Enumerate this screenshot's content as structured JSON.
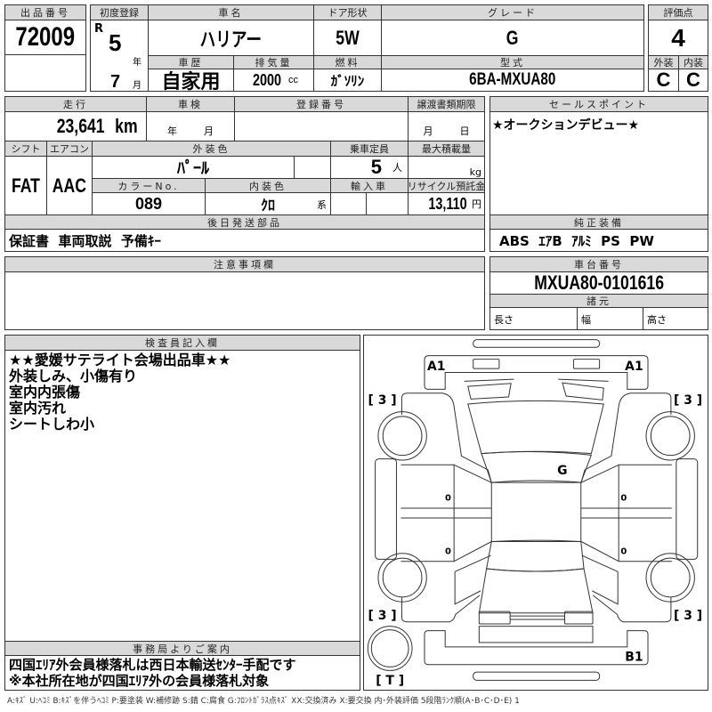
{
  "lot": {
    "label": "出品番号",
    "number": "72009"
  },
  "first_reg": {
    "label": "初度登録",
    "era": "R",
    "year": "5",
    "year_unit": "年",
    "month": "7",
    "month_unit": "月"
  },
  "car_name": {
    "label": "車名",
    "value": "ハリアー"
  },
  "door": {
    "label": "ドア形状",
    "value": "5W"
  },
  "grade": {
    "label": "グレード",
    "value": "G"
  },
  "score": {
    "label": "評価点",
    "value": "4",
    "exterior_label": "外装",
    "interior_label": "内装",
    "exterior": "C",
    "interior": "C"
  },
  "history": {
    "label": "車歴",
    "value": "自家用"
  },
  "displacement": {
    "label": "排気量",
    "value": "2000",
    "unit": "cc"
  },
  "fuel": {
    "label": "燃料",
    "value": "ｶﾞｿﾘﾝ"
  },
  "model": {
    "label": "型式",
    "value": "6BA-MXUA80"
  },
  "mileage": {
    "label": "走行",
    "value": "23,641",
    "unit": "km"
  },
  "inspection": {
    "label": "車検",
    "year_unit": "年",
    "month_unit": "月"
  },
  "reg_number": {
    "label": "登録番号"
  },
  "transfer_deadline": {
    "label": "譲渡書類期限",
    "month_unit": "月",
    "day_unit": "日"
  },
  "shift": {
    "label": "シフト",
    "value": "FAT"
  },
  "aircon": {
    "label": "エアコン",
    "value": "AAC"
  },
  "ext_color": {
    "label": "外装色",
    "value": "ﾊﾟｰﾙ"
  },
  "capacity": {
    "label": "乗車定員",
    "value": "5",
    "unit": "人"
  },
  "max_load": {
    "label": "最大積載量",
    "unit": "kg"
  },
  "color_no": {
    "label": "カラーNo.",
    "value": "089"
  },
  "int_color": {
    "label": "内装色",
    "value": "ｸﾛ",
    "suffix": "系"
  },
  "import": {
    "label": "輸入車"
  },
  "recycle": {
    "label": "リサイクル預託金",
    "value": "13,110",
    "unit": "円"
  },
  "later_parts": {
    "label": "後日発送部品",
    "value": "保証書  車両取説  予備ｷｰ"
  },
  "sales_point": {
    "label": "セールスポイント",
    "value": "★オークションデビュー★"
  },
  "equipment": {
    "label": "純正装備",
    "value": "ABS  ｴｱB  ｱﾙﾐ  PS  PW"
  },
  "notes": {
    "label": "注意事項欄"
  },
  "chassis": {
    "label": "車台番号",
    "value": "MXUA80-0101616"
  },
  "specs": {
    "label": "諸元",
    "length": "長さ",
    "width": "幅",
    "height": "高さ"
  },
  "inspector": {
    "label": "検査員記入欄",
    "lines": [
      "★★愛媛サテライト会場出品車★★",
      "外装しみ、小傷有り",
      "室内内張傷",
      "室内汚れ",
      "シートしわ小"
    ]
  },
  "office": {
    "label": "事務局よりご案内",
    "lines": [
      "四国ｴﾘｱ外会員様落札は西日本輸送ｾﾝﾀｰ手配です",
      "※本社所在地が四国ｴﾘｱ外の会員様落札対象"
    ]
  },
  "diagram": {
    "front_left": "A1",
    "front_right": "A1",
    "tire_fl": "[ 3 ]",
    "tire_fr": "[ 3 ]",
    "tire_rl": "[ 3 ]",
    "tire_rr": "[ 3 ]",
    "windshield": "G",
    "rear": "B1",
    "spare": "[ T ]",
    "door_fl": "0",
    "door_rl": "0",
    "door_fr": "0",
    "door_rr": "0"
  },
  "legend": "A:ｷｽﾞ  U:ﾍｺﾐ  B:ｷｽﾞを伴うﾍｺﾐ  P:要塗装  W:補修跡  S:錆  C:腐食  G:ﾌﾛﾝﾄｶﾞﾗｽ点ｷｽﾞ  XX:交換済み  X:要交換   内･外装評価  5段階ﾗﾝｸ順(A･B･C･D･E) 1"
}
